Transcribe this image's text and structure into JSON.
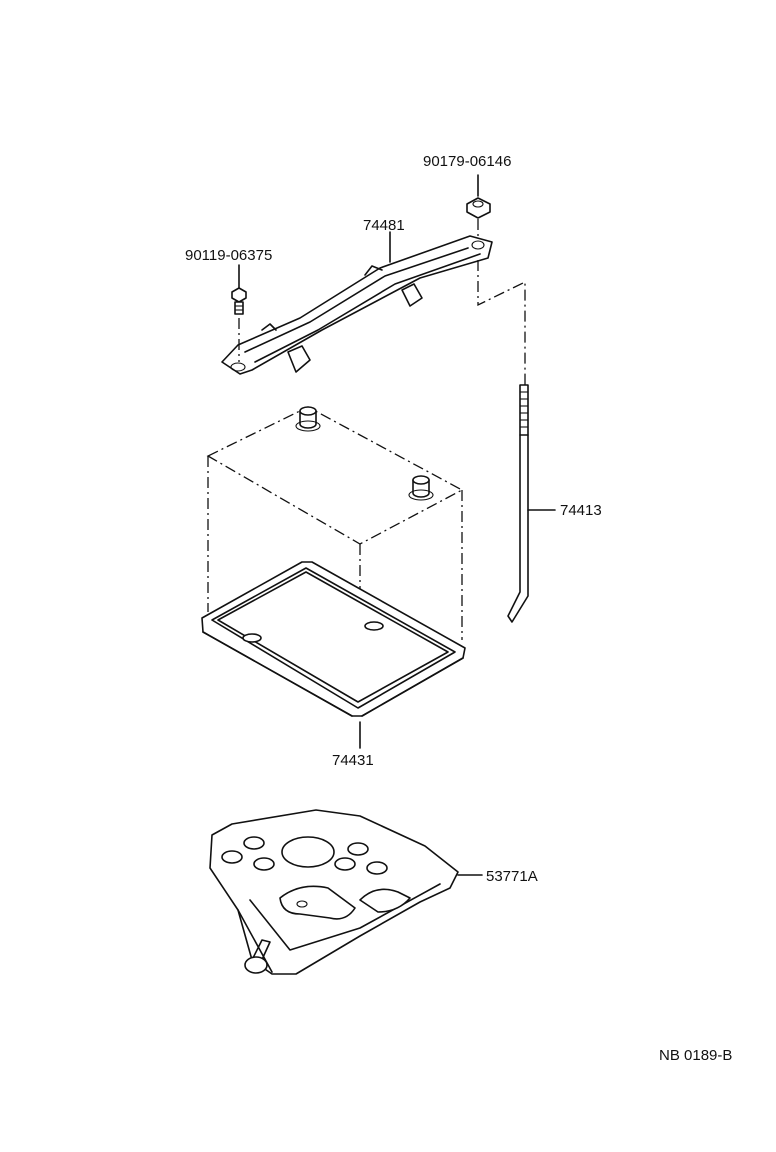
{
  "parts": {
    "nut": "90179-06146",
    "clamp": "74481",
    "bolt": "90119-06375",
    "rod": "74413",
    "tray": "74431",
    "bracket": "53771A"
  },
  "diagram_code": "NB 0189-B"
}
